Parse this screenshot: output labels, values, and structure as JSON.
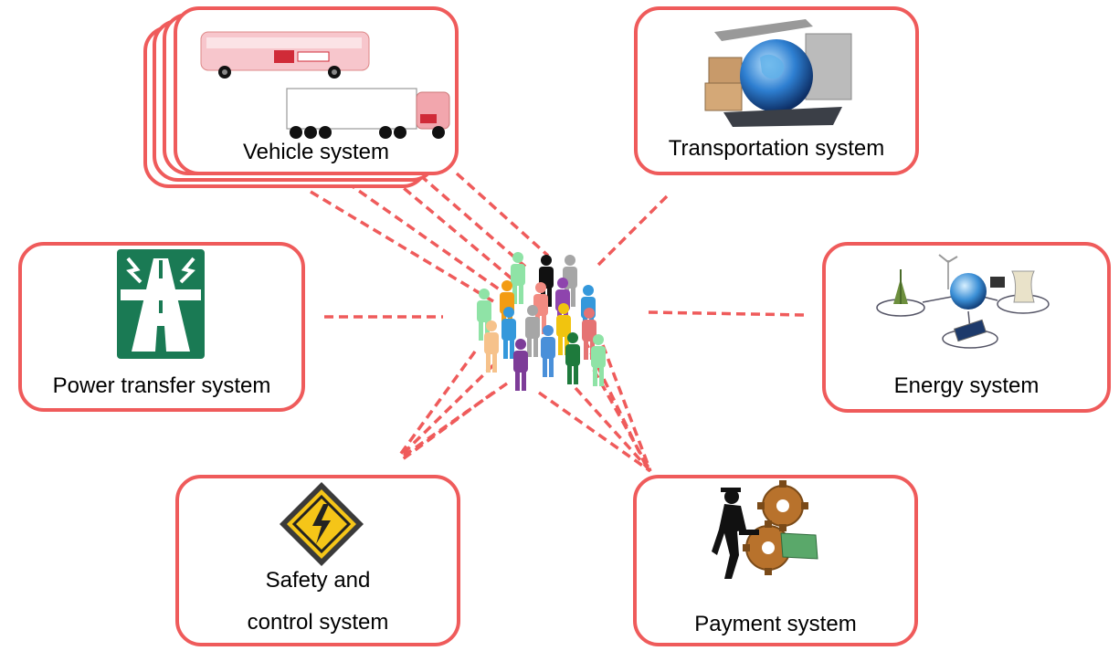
{
  "systems": {
    "vehicle": {
      "label": "Vehicle system"
    },
    "transportation": {
      "label": "Transportation system"
    },
    "power_transfer": {
      "label": "Power transfer system"
    },
    "energy": {
      "label": "Energy system"
    },
    "safety": {
      "label_line1": "Safety and",
      "label_line2": "control system"
    },
    "payment": {
      "label": "Payment system"
    }
  },
  "colors": {
    "accent": "#ef5b5b",
    "sign_green": "#1a7a54",
    "sign_yellow": "#f5c518"
  },
  "icons": [
    "bus-and-truck-icon",
    "globe-cargo-icon",
    "highway-sign-icon",
    "energy-network-icon",
    "high-voltage-sign-icon",
    "gear-payment-icon",
    "crowd-of-people-icon"
  ]
}
